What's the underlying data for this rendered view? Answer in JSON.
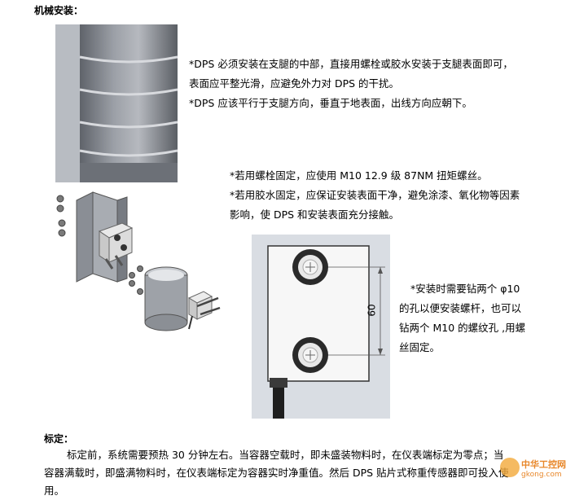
{
  "section1": {
    "heading": "机械安装：",
    "para1": {
      "line1": "*DPS 必须安装在支腿的中部，直接用螺栓或胶水安装于支腿表面即可，",
      "line2": "表面应平整光滑，应避免外力对 DPS 的干扰。",
      "line3": "*DPS 应该平行于支腿方向，垂直于地表面，出线方向应朝下。"
    },
    "para2": {
      "line1": "*若用螺栓固定，应使用 M10 12.9 级  87NM 扭矩螺丝。",
      "line2": "*若用胶水固定，应保证安装表面干净，避免涂漆、氧化物等因素",
      "line3": "影响，使 DPS 和安装表面充分接触。"
    },
    "para3": {
      "line1": "*安装时需要钻两个 φ10",
      "line2": "的孔以便安装螺杆，也可以",
      "line3": "钻两个 M10 的螺纹孔 ,用螺",
      "line4": "丝固定。"
    },
    "dimension_label": "60"
  },
  "section2": {
    "heading": "标定：",
    "line1": "标定前，系统需要预热 30 分钟左右。当容器空载时，即未盛装物料时，在仪表端标定为零点；当",
    "line2": "容器满载时，即盛满物料时，在仪表端标定为容器实时净重值。然后 DPS 贴片式称重传感器即可投入使",
    "line3": "用。"
  },
  "watermark": {
    "title": "中华工控网",
    "url": "gkong.com"
  },
  "colors": {
    "metal_dark": "#7b7f86",
    "metal_light": "#d4d7db",
    "plate_bg": "#f7f7f7",
    "bolt_dark": "#2a2a2a",
    "watermark": "#e8872a"
  }
}
